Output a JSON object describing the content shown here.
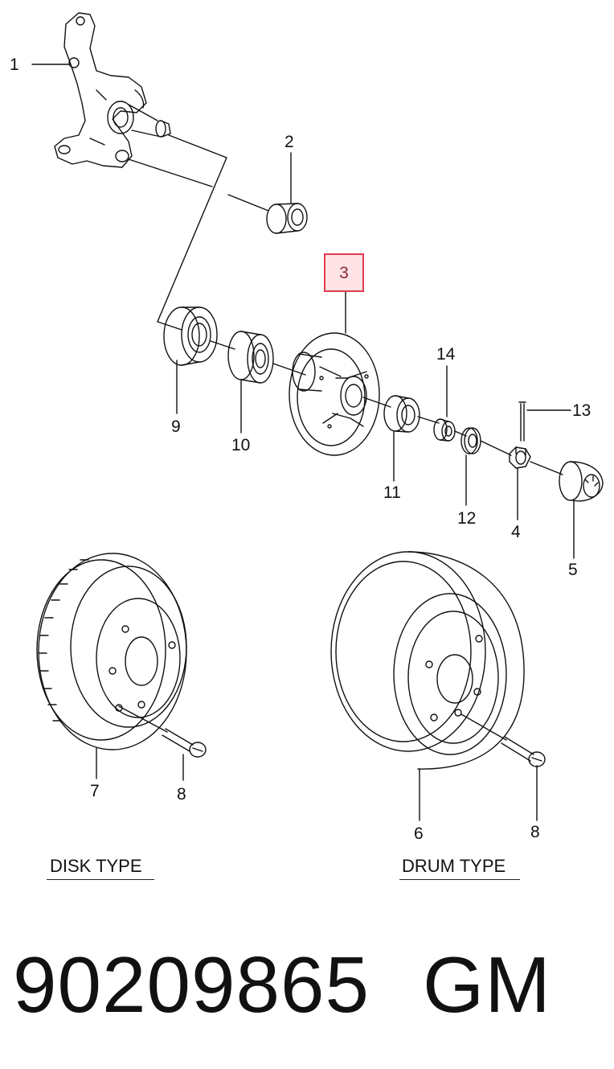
{
  "callouts": {
    "c1": "1",
    "c2": "2",
    "c3": "3",
    "c4": "4",
    "c5": "5",
    "c6": "6",
    "c7": "7",
    "c8a": "8",
    "c8b": "8",
    "c9": "9",
    "c10": "10",
    "c11": "11",
    "c12": "12",
    "c13": "13",
    "c14": "14"
  },
  "captions": {
    "disk": "DISK TYPE",
    "drum": "DRUM TYPE"
  },
  "part_number": "90209865",
  "brand": "GM",
  "colors": {
    "highlight_border": "#e23a4a",
    "highlight_fill": "#fde3e6",
    "line": "#111111"
  }
}
